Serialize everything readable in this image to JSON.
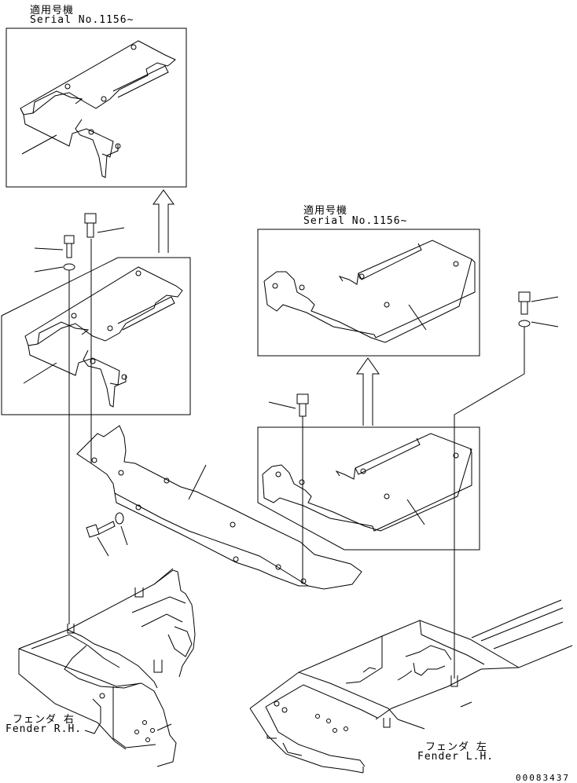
{
  "callouts": {
    "top_left": {
      "applicable": "適用号機",
      "serial": "Serial No.1156~"
    },
    "top_right": {
      "applicable": "適用号機",
      "serial": "Serial No.1156~"
    }
  },
  "fenders": {
    "right": {
      "jp": "フェンダ 右",
      "en": "Fender R.H."
    },
    "left": {
      "jp": "フェンダ 左",
      "en": "Fender L.H."
    }
  },
  "drawing_number": "00083437"
}
